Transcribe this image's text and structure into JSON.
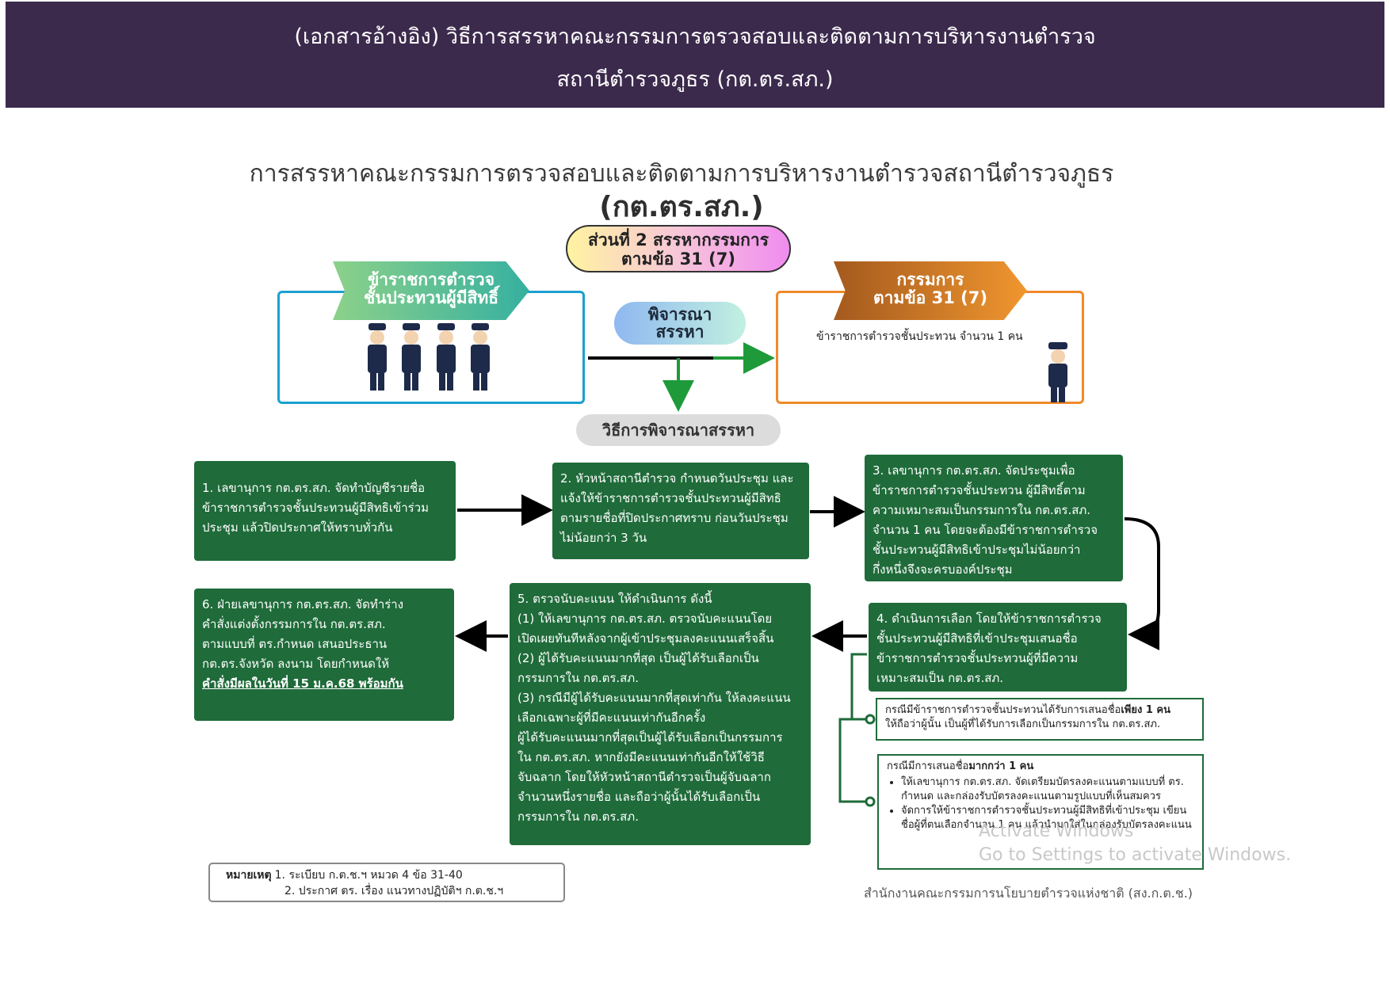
{
  "banner": {
    "line1": "(เอกสารอ้างอิง)  วิธีการสรรหาคณะกรรมการตรวจสอบและติดตามการบริหารงานตำรวจ",
    "line2": "สถานีตำรวจภูธร (กต.ตร.สภ.)"
  },
  "diagram": {
    "title": "การสรรหาคณะกรรมการตรวจสอบและติดตามการบริหารงานตำรวจสถานีตำรวจภูธร",
    "title_abbr": "(กต.ตร.สภ.)",
    "part": {
      "line1": "ส่วนที่ 2 สรรหากรรมการ",
      "line2": "ตามข้อ 31 (7)"
    },
    "left_tag": {
      "line1": "ข้าราชการตำรวจ",
      "line2": "ชั้นประทวนผู้มีสิทธิ์"
    },
    "right_tag": {
      "line1": "กรรมการ",
      "line2": "ตามข้อ 31 (7)"
    },
    "right_note": "ข้าราชการตำรวจชั้นประทวน จำนวน 1 คน",
    "consider": {
      "line1": "พิจารณา",
      "line2": "สรรหา"
    },
    "method": "วิธีการพิจารณาสรรหา",
    "steps": {
      "s1": [
        "1. เลขานุการ กต.ตร.สภ. จัดทำบัญชีรายชื่อ",
        "ข้าราชการตำรวจชั้นประทวนผู้มีสิทธิเข้าร่วม",
        "ประชุม แล้วปิดประกาศให้ทราบทั่วกัน"
      ],
      "s2": [
        "2. หัวหน้าสถานีตำรวจ กำหนดวันประชุม และ",
        "แจ้งให้ข้าราชการตำรวจชั้นประทวนผู้มีสิทธิ",
        "ตามรายชื่อที่ปิดประกาศทราบ ก่อนวันประชุม",
        "ไม่น้อยกว่า 3 วัน"
      ],
      "s3": [
        "3. เลขานุการ กต.ตร.สภ. จัดประชุมเพื่อ",
        "ข้าราชการตำรวจชั้นประทวน ผู้มีสิทธิ์ตาม",
        "ความเหมาะสมเป็นกรรมการใน กต.ตร.สภ.",
        "จำนวน 1 คน โดยจะต้องมีข้าราชการตำรวจ",
        "ชั้นประทวนผู้มีสิทธิเข้าประชุมไม่น้อยกว่า",
        "กึ่งหนึ่งจึงจะครบองค์ประชุม"
      ],
      "s4": [
        "4. ดำเนินการเลือก โดยให้ข้าราชการตำรวจ",
        "ชั้นประทวนผู้มีสิทธิที่เข้าประชุมเสนอชื่อ",
        "ข้าราชการตำรวจชั้นประทวนผู้ที่มีความ",
        "เหมาะสมเป็น กต.ตร.สภ."
      ],
      "s5": [
        "5. ตรวจนับคะแนน ให้ดำเนินการ ดังนี้",
        "  (1) ให้เลขานุการ กต.ตร.สภ. ตรวจนับคะแนนโดย",
        "เปิดเผยทันทีหลังจากผู้เข้าประชุมลงคะแนนเสร็จสิ้น",
        "  (2) ผู้ได้รับคะแนนมากที่สุด เป็นผู้ได้รับเลือกเป็น",
        "กรรมการใน กต.ตร.สภ.",
        "  (3) กรณีมีผู้ได้รับคะแนนมากที่สุดเท่ากัน ให้ลงคะแนน",
        "เลือกเฉพาะผู้ที่มีคะแนนเท่ากันอีกครั้ง",
        "  ผู้ได้รับคะแนนมากที่สุดเป็นผู้ได้รับเลือกเป็นกรรมการ",
        "ใน กต.ตร.สภ. หากยังมีคะแนนเท่ากันอีกให้ใช้วิธี",
        "จับฉลาก โดยให้หัวหน้าสถานีตำรวจเป็นผู้จับฉลาก",
        "จำนวนหนึ่งรายชื่อ และถือว่าผู้นั้นได้รับเลือกเป็น",
        "กรรมการใน กต.ตร.สภ."
      ],
      "s6": [
        "6. ฝ่ายเลขานุการ กต.ตร.สภ. จัดทำร่าง",
        "คำสั่งแต่งตั้งกรรมการใน กต.ตร.สภ.",
        "ตามแบบที่ ตร.กำหนด เสนอประธาน",
        "กต.ตร.จังหวัด ลงนาม โดยกำหนดให้"
      ],
      "s6_emph": "คำสั่งมีผลในวันที่ 15 ม.ค.68 พร้อมกัน"
    },
    "case_one": {
      "pre": "กรณีมีข้าราชการตำรวจชั้นประทวนได้รับการเสนอชื่อ",
      "bold": "เพียง 1 คน",
      "line2": "ให้ถือว่าผู้นั้น เป็นผู้ที่ได้รับการเลือกเป็นกรรมการใน กต.ตร.สภ."
    },
    "case_many": {
      "pre": "กรณีมีการเสนอชื่อ",
      "bold": "มากกว่า 1 คน",
      "bullets": [
        "ให้เลขานุการ กต.ตร.สภ. จัดเตรียมบัตรลงคะแนนตามแบบที่ ตร. กำหนด และกล่องรับบัตรลงคะแนนตามรูปแบบที่เห็นสมควร",
        "จัดการให้ข้าราชการตำรวจชั้นประทวนผู้มีสิทธิที่เข้าประชุม เขียนชื่อผู้ที่ตนเลือกจำนวน 1 คน แล้วนำมาใส่ในกล่องรับบัตรลงคะแนน"
      ]
    },
    "note": {
      "label": "หมายเหตุ",
      "items": [
        "1. ระเบียบ ก.ต.ช.ฯ หมวด 4 ข้อ 31-40",
        "2. ประกาศ ตร. เรื่อง แนวทางปฏิบัติฯ ก.ต.ช.ฯ"
      ]
    },
    "org": "สำนักงานคณะกรรมการนโยบายตำรวจแห่งชาติ (สง.ก.ต.ช.)"
  },
  "watermark": {
    "line1": "Activate Windows",
    "line2": "Go to Settings to activate Windows."
  },
  "colors": {
    "banner": "#3c2a4d",
    "box": "#1f6b3a",
    "arrow_green": "#1f9a3a",
    "left_frame": "#1aa0d0",
    "right_frame": "#f08a2a"
  }
}
